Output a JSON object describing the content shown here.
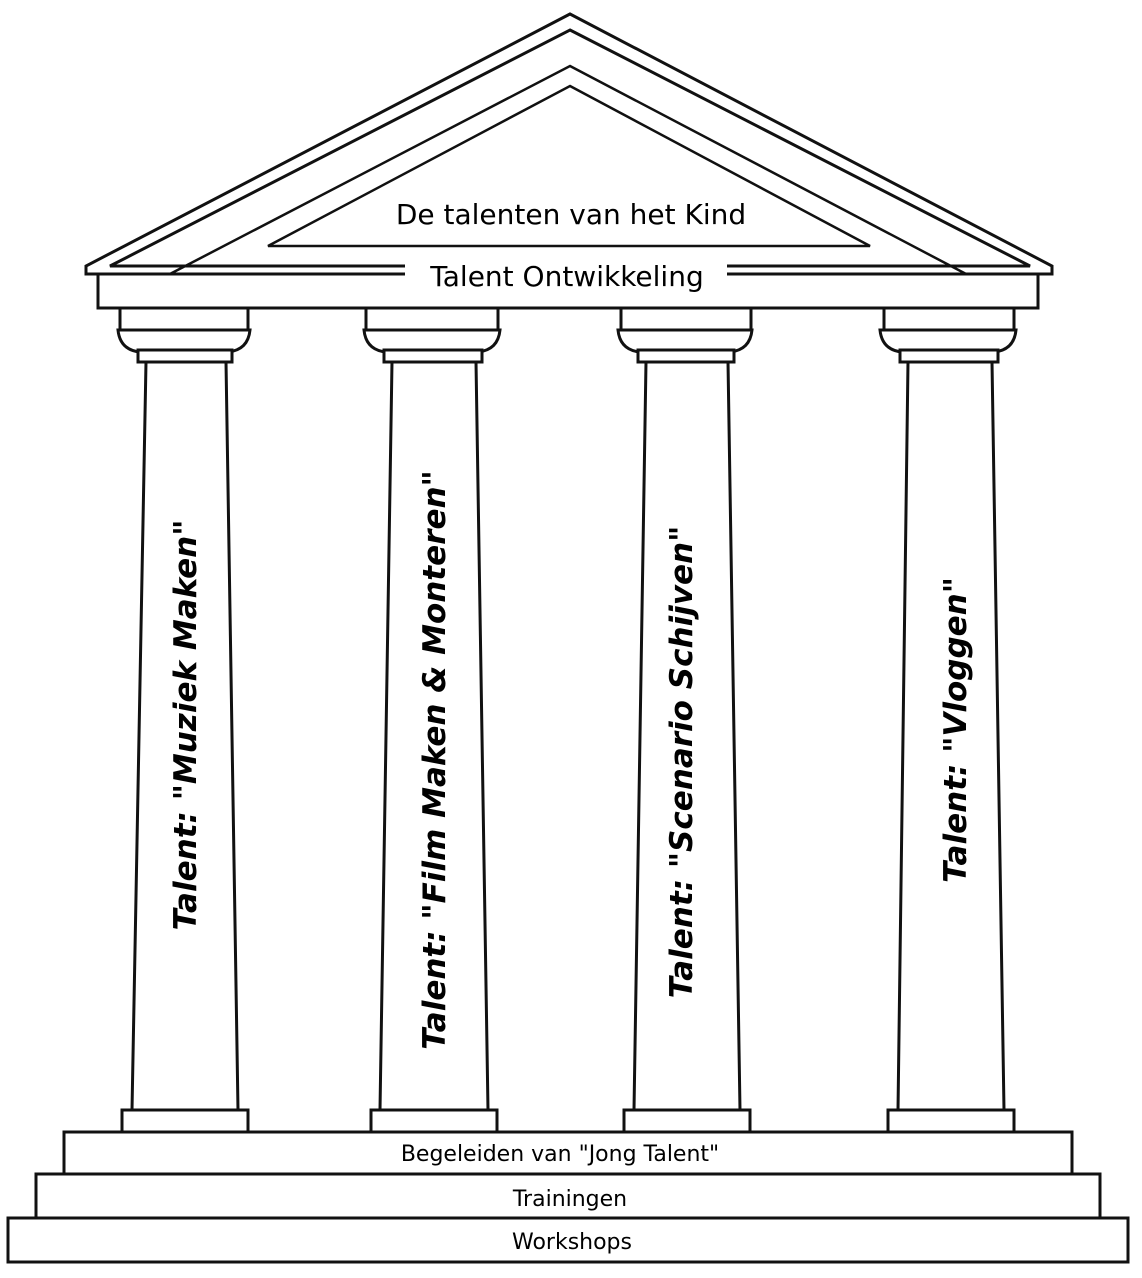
{
  "pediment": {
    "title": "De talenten van het Kind",
    "subtitle": "Talent Ontwikkeling"
  },
  "columns": [
    {
      "label": "Talent: \"Muziek Maken\""
    },
    {
      "label": "Talent: \"Film Maken & Monteren\""
    },
    {
      "label": "Talent: \"Scenario Schijven\""
    },
    {
      "label": "Talent: \"Vloggen\""
    }
  ],
  "steps": [
    {
      "label": "Begeleiden van \"Jong Talent\""
    },
    {
      "label": "Trainingen"
    },
    {
      "label": "Workshops"
    }
  ]
}
